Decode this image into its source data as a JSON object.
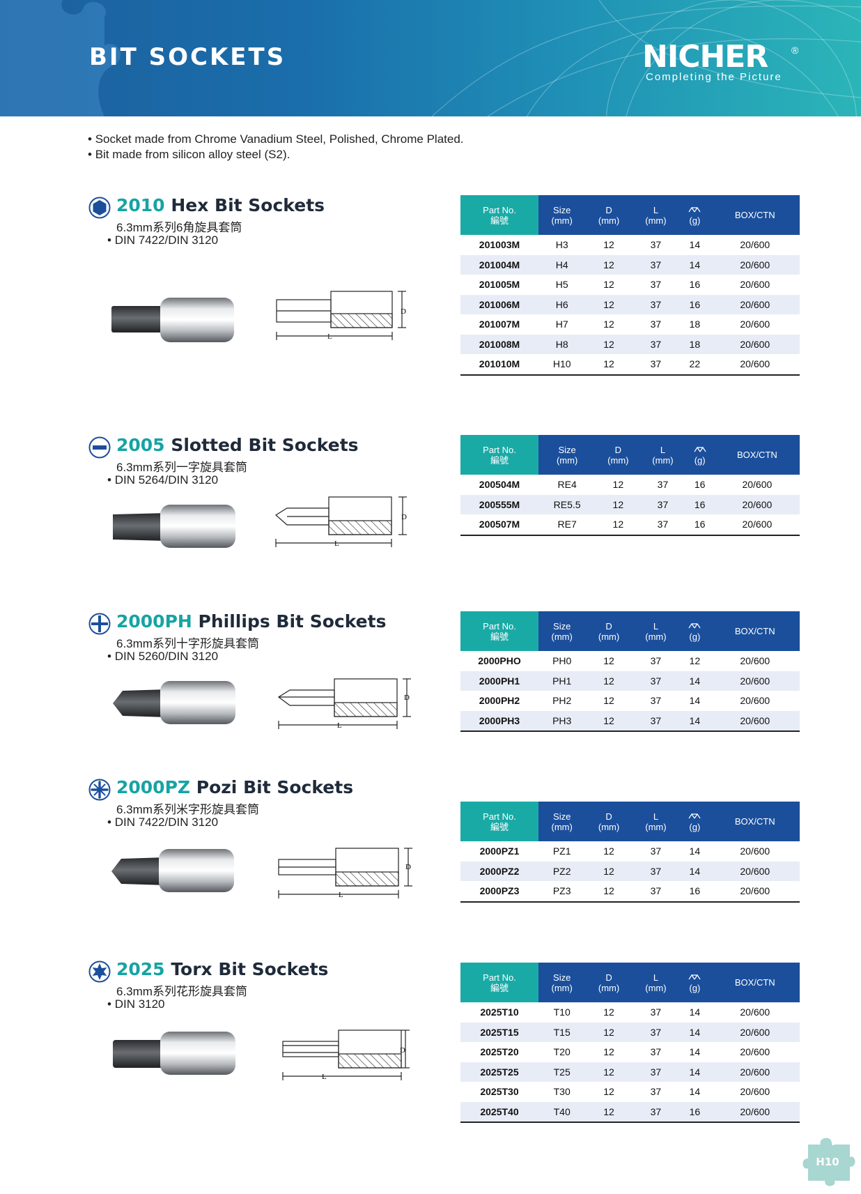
{
  "header": {
    "title": "BIT SOCKETS",
    "brand": "NICHER",
    "brand_reg": "®",
    "tagline": "Completing the Picture"
  },
  "features": [
    "Socket made from Chrome Vanadium Steel, Polished, Chrome Plated.",
    "Bit made from silicon alloy steel (S2)."
  ],
  "table_headers": {
    "part_no": "Part No.",
    "part_no_cn": "編號",
    "size": "Size",
    "size_unit": "(mm)",
    "d": "D",
    "d_unit": "(mm)",
    "l": "L",
    "l_unit": "(mm)",
    "weight_unit": "(g)",
    "box": "BOX/CTN"
  },
  "diagram_labels": {
    "d": "D",
    "l": "L"
  },
  "sections": [
    {
      "code": "2010",
      "name": "Hex Bit Sockets",
      "cn": "6.3mm系列6角旋具套筒",
      "din": "DIN 7422/DIN 3120",
      "icon": "hex-icon",
      "rows": [
        [
          "201003M",
          "H3",
          "12",
          "37",
          "14",
          "20/600"
        ],
        [
          "201004M",
          "H4",
          "12",
          "37",
          "14",
          "20/600"
        ],
        [
          "201005M",
          "H5",
          "12",
          "37",
          "16",
          "20/600"
        ],
        [
          "201006M",
          "H6",
          "12",
          "37",
          "16",
          "20/600"
        ],
        [
          "201007M",
          "H7",
          "12",
          "37",
          "18",
          "20/600"
        ],
        [
          "201008M",
          "H8",
          "12",
          "37",
          "18",
          "20/600"
        ],
        [
          "201010M",
          "H10",
          "12",
          "37",
          "22",
          "20/600"
        ]
      ]
    },
    {
      "code": "2005",
      "name": "Slotted Bit Sockets",
      "cn": "6.3mm系列一字旋具套筒",
      "din": "DIN 5264/DIN 3120",
      "icon": "slotted-icon",
      "rows": [
        [
          "200504M",
          "RE4",
          "12",
          "37",
          "16",
          "20/600"
        ],
        [
          "200555M",
          "RE5.5",
          "12",
          "37",
          "16",
          "20/600"
        ],
        [
          "200507M",
          "RE7",
          "12",
          "37",
          "16",
          "20/600"
        ]
      ]
    },
    {
      "code": "2000PH",
      "name": "Phillips Bit Sockets",
      "cn": "6.3mm系列十字形旋具套筒",
      "din": "DIN 5260/DIN 3120",
      "icon": "phillips-icon",
      "rows": [
        [
          "2000PHO",
          "PH0",
          "12",
          "37",
          "12",
          "20/600"
        ],
        [
          "2000PH1",
          "PH1",
          "12",
          "37",
          "14",
          "20/600"
        ],
        [
          "2000PH2",
          "PH2",
          "12",
          "37",
          "14",
          "20/600"
        ],
        [
          "2000PH3",
          "PH3",
          "12",
          "37",
          "14",
          "20/600"
        ]
      ]
    },
    {
      "code": "2000PZ",
      "name": "Pozi Bit Sockets",
      "cn": "6.3mm系列米字形旋具套筒",
      "din": "DIN 7422/DIN 3120",
      "icon": "pozi-icon",
      "rows": [
        [
          "2000PZ1",
          "PZ1",
          "12",
          "37",
          "14",
          "20/600"
        ],
        [
          "2000PZ2",
          "PZ2",
          "12",
          "37",
          "14",
          "20/600"
        ],
        [
          "2000PZ3",
          "PZ3",
          "12",
          "37",
          "16",
          "20/600"
        ]
      ]
    },
    {
      "code": "2025",
      "name": "Torx Bit Sockets",
      "cn": "6.3mm系列花形旋具套筒",
      "din": "DIN 3120",
      "icon": "torx-icon",
      "rows": [
        [
          "2025T10",
          "T10",
          "12",
          "37",
          "14",
          "20/600"
        ],
        [
          "2025T15",
          "T15",
          "12",
          "37",
          "14",
          "20/600"
        ],
        [
          "2025T20",
          "T20",
          "12",
          "37",
          "14",
          "20/600"
        ],
        [
          "2025T25",
          "T25",
          "12",
          "37",
          "14",
          "20/600"
        ],
        [
          "2025T30",
          "T30",
          "12",
          "37",
          "14",
          "20/600"
        ],
        [
          "2025T40",
          "T40",
          "12",
          "37",
          "16",
          "20/600"
        ]
      ]
    }
  ],
  "page_number": "H10",
  "colors": {
    "banner": "#1a6eab",
    "accent_teal": "#17a3a3",
    "table_header": "#1b4f9c",
    "row_alt": "#e8ecf6"
  }
}
